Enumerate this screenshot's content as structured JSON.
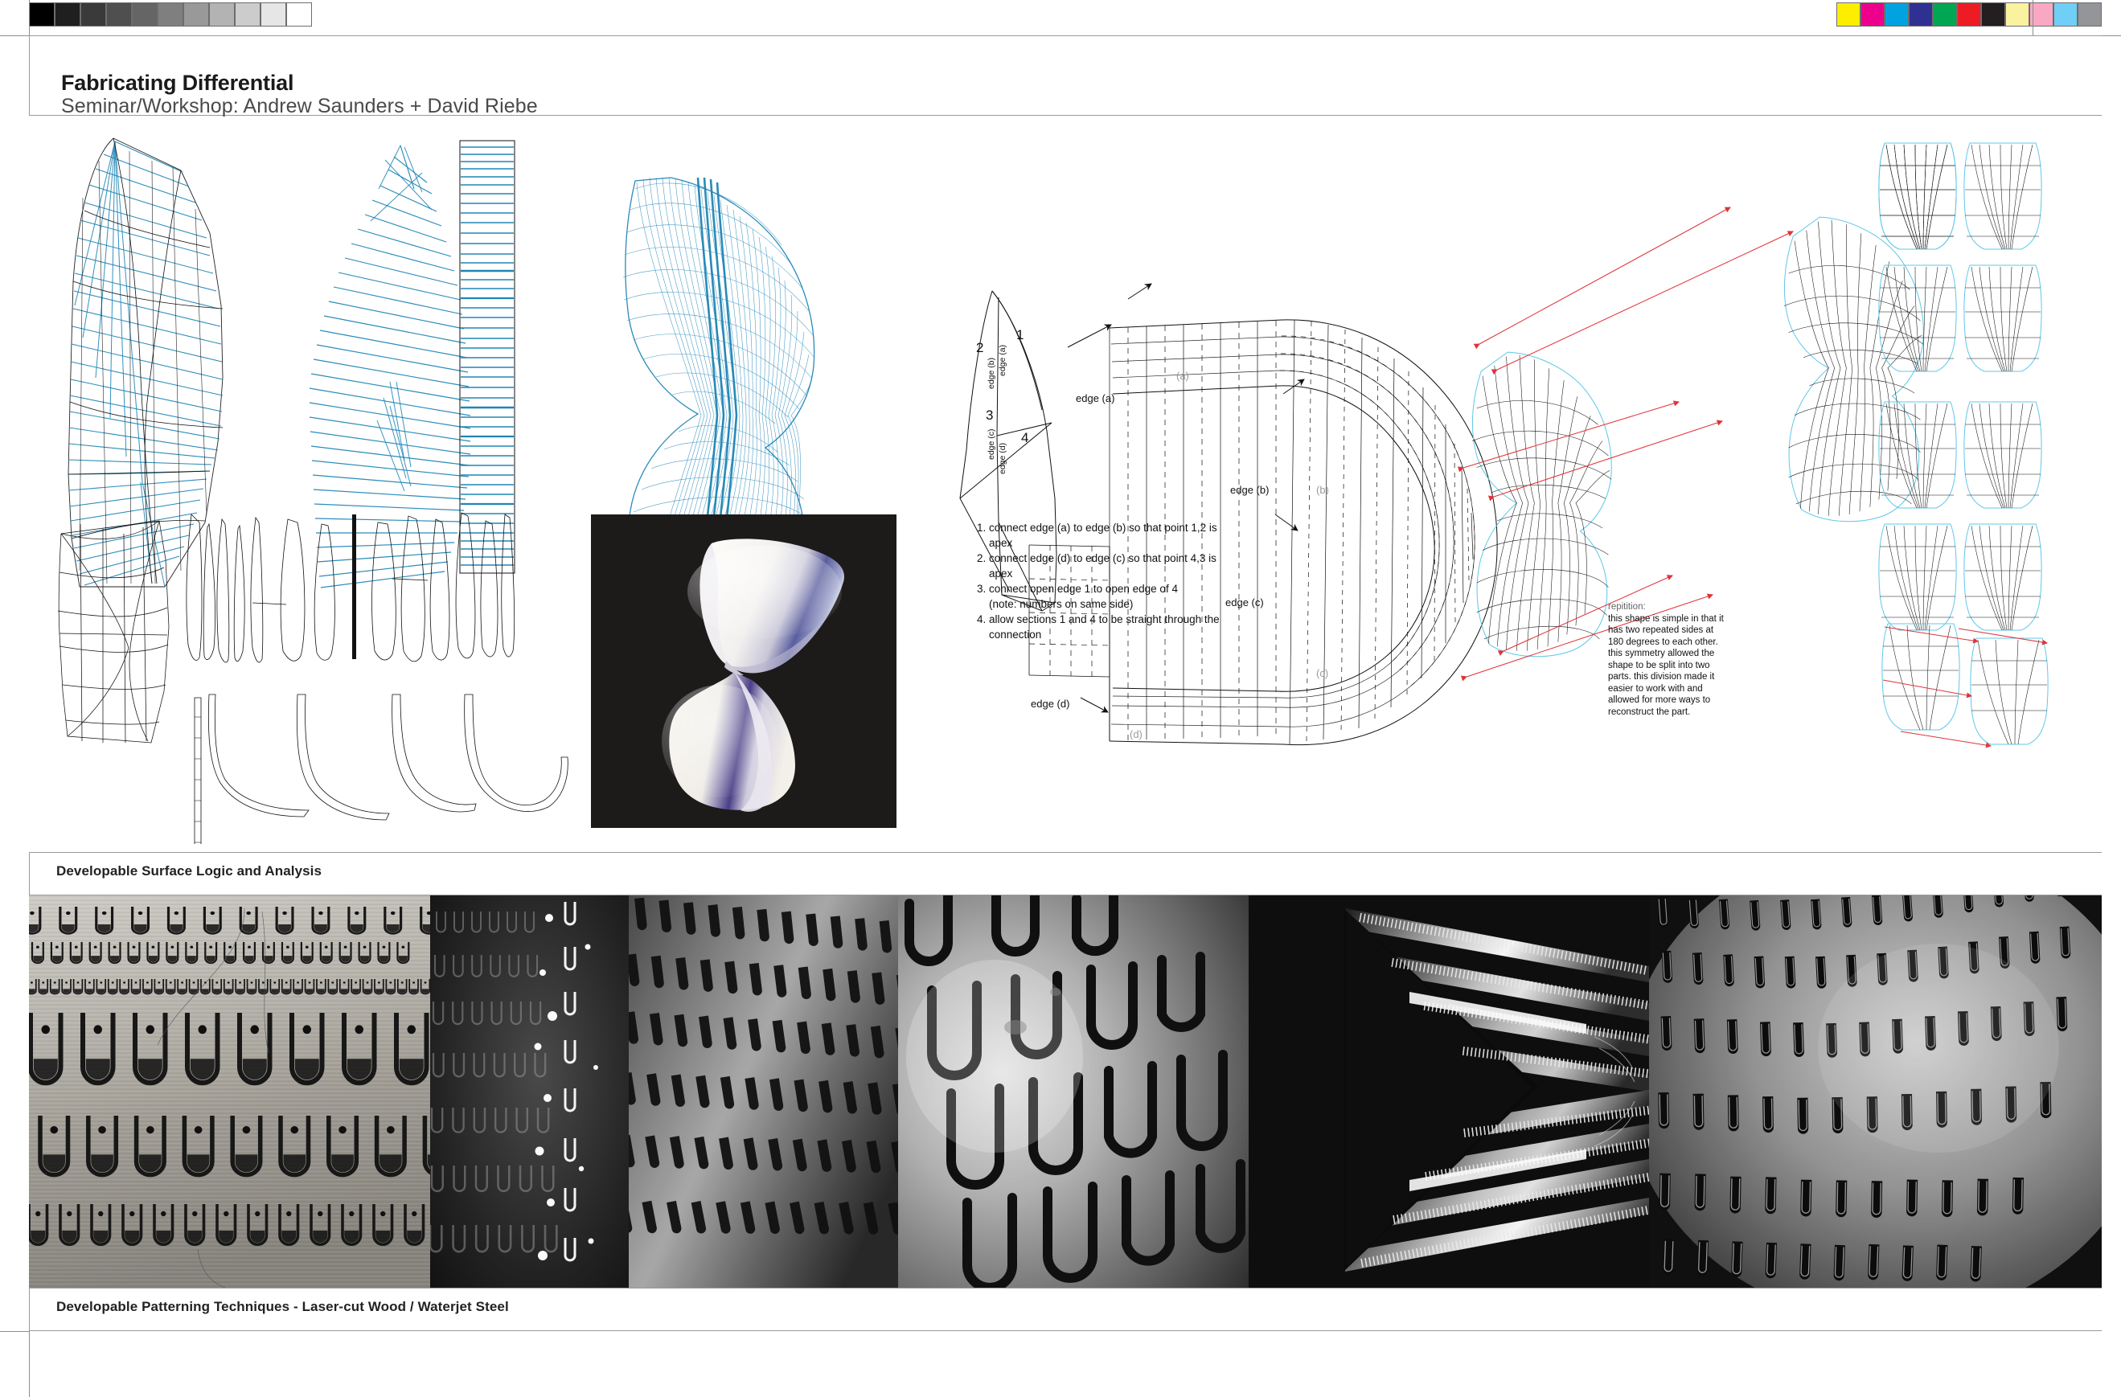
{
  "header": {
    "title": "Fabricating Differential",
    "subtitle": "Seminar/Workshop: Andrew Saunders + David Riebe"
  },
  "captions": {
    "band1": "Developable Surface Logic and Analysis",
    "band2": "Developable Patterning Techniques - Laser-cut Wood / Waterjet Steel"
  },
  "calibration": {
    "grayscale": [
      "#000000",
      "#1f1f1f",
      "#3a3a3a",
      "#4f4f4f",
      "#656565",
      "#7f7f7f",
      "#999999",
      "#b3b3b3",
      "#cccccc",
      "#e6e6e6",
      "#ffffff"
    ],
    "color": [
      "#fdee00",
      "#ec008c",
      "#00a3e0",
      "#2e3192",
      "#00a651",
      "#ed1c24",
      "#231f20",
      "#fbf2a0",
      "#f9a8c4",
      "#6fcff6",
      "#939598"
    ]
  },
  "instructions": {
    "items": [
      "connect edge (a) to edge (b) so that point 1,2 is apex",
      "connect edge (d) to edge (c) so that point 4,3 is apex",
      "connect open edge 1 to open edge of 4",
      "allow sections 1 and 4 to be straight through the"
    ],
    "sub3": "(note: numbers on same side)",
    "sub4": "connection"
  },
  "repetition": {
    "title": "repitition:",
    "body": "this shape is simple in that it has two repeated sides at 180 degrees to each other. this symmetry allowed the shape to be split into two parts. this division made it easier to work with and allowed for more ways to reconstruct the part."
  },
  "edge_labels": {
    "a": "edge (a)",
    "b": "edge (b)",
    "c": "edge (c)",
    "d": "edge (d)"
  },
  "edge_tags": {
    "a": "(a)",
    "b": "(b)",
    "c": "(c)",
    "d": "(d)"
  },
  "region_numbers": [
    "1",
    "2",
    "3",
    "4"
  ],
  "colors": {
    "wireframe_cyan": "#1f85b5",
    "wireframe_light_cyan": "#5fc8e8",
    "wireframe_black": "#111111",
    "correspondence_red": "#e0333a",
    "frame_gray": "#9a9a9a",
    "text_dark": "#1a1a1a",
    "text_sub": "#4a4a4a",
    "render_bg": "#1d1a1a"
  },
  "panels": {
    "ruled_surface_3d": "ruled surface wireframe - perspective",
    "ruled_lines_only": "ruling lines diagram",
    "horizontal_sections": "stacked horizontal section bars",
    "dense_wireframe": "dense blue developable surface wireframe",
    "folding_diagram": "numbered folding pattern diagram",
    "unrolled_pattern": "large unrolled developable strip pattern",
    "strip_profiles": "edge-view strip profiles",
    "unrolled_strips": "flattened developable strips",
    "render_photo": "rendered twisted surface model",
    "paired_wireframes": "paired wireframe with red correspondence lines",
    "ortho_grid": "orthographic wireframe projection grid"
  },
  "photos": [
    {
      "name": "laser-cut-wood-panel",
      "kind": "wood-slots"
    },
    {
      "name": "illuminated-slot-array",
      "kind": "dark-highlight"
    },
    {
      "name": "curved-steel-perforation",
      "kind": "steel-curve"
    },
    {
      "name": "serpentine-slot-closeup",
      "kind": "steel-serpentine"
    },
    {
      "name": "stacked-comb-edges",
      "kind": "comb-perspective"
    },
    {
      "name": "spherical-slot-field",
      "kind": "sphere-slots"
    }
  ]
}
